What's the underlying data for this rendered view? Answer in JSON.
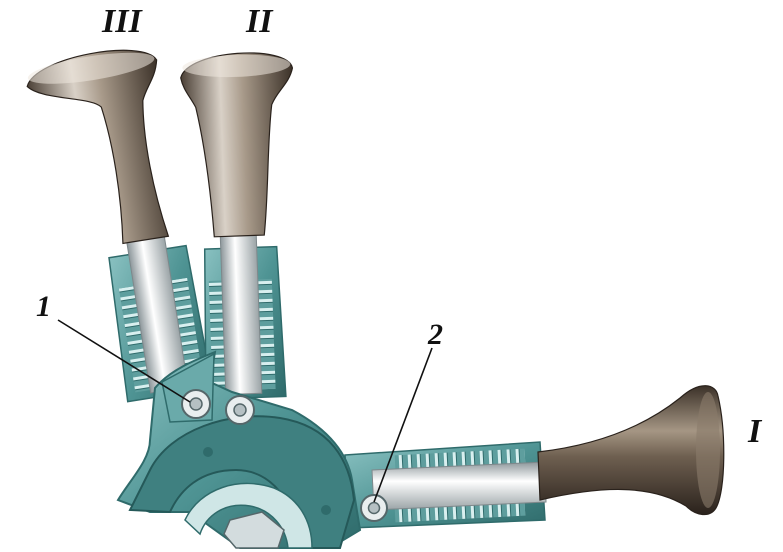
{
  "labels": {
    "position_1": "I",
    "position_2": "II",
    "position_3": "III",
    "callout_1": "1",
    "callout_2": "2"
  },
  "colors": {
    "teal": "#4f9494",
    "teal_dark": "#2f6b6b",
    "teal_light": "#8cc3c3",
    "knob_bronze": "#8a7a66",
    "knob_light": "#d8d0c6",
    "knob_dark": "#3b3128",
    "chrome": "#e6e9ea",
    "chrome_dark": "#9aa3a6",
    "ink": "#111111"
  }
}
